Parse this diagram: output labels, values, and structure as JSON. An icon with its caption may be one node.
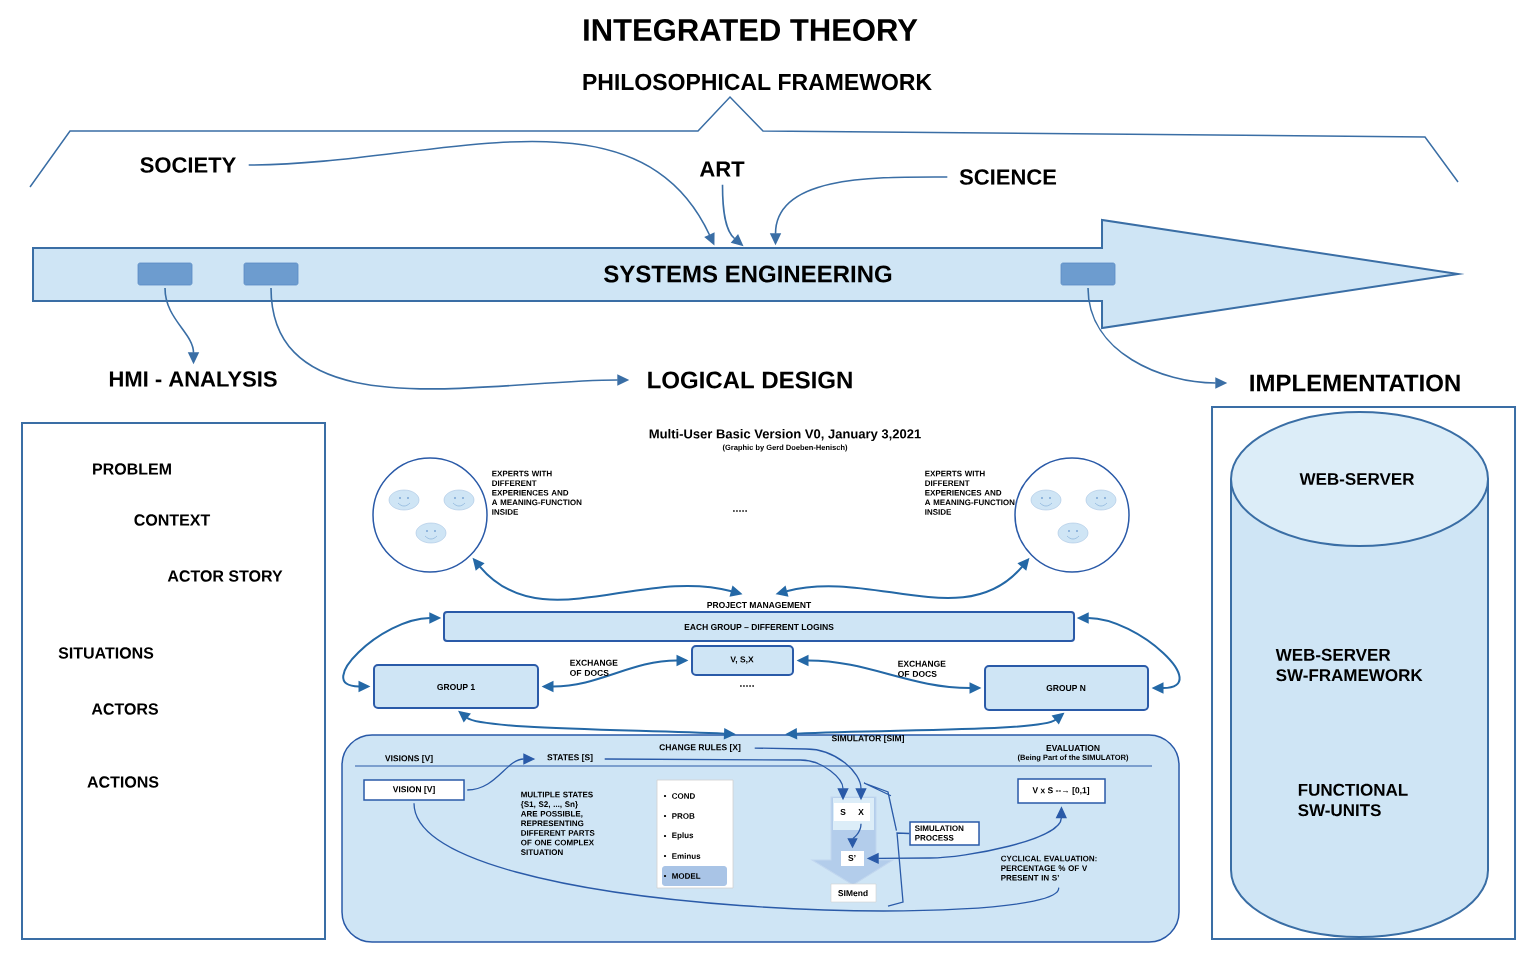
{
  "diagram": {
    "title": "INTEGRATED THEORY",
    "nodes": [
      {
        "text": [
          "SOCIETY"
        ]
      },
      {
        "text": [
          "ART"
        ]
      },
      {
        "text": [
          "SCIENCE"
        ]
      },
      {
        "text": [
          "SYSTEMS ENGINEERING"
        ]
      },
      {
        "text": [],
        "shape": "box",
        "in": 3
      },
      {
        "text": [],
        "shape": "box",
        "in": 3
      },
      {
        "text": [],
        "shape": "box",
        "in": 3
      },
      {
        "text": [
          "HMI - ANALYSIS"
        ]
      },
      {
        "text": [
          "LOGICAL DESIGN"
        ]
      },
      {
        "text": [
          "IMPLEMENTATION"
        ]
      },
      {
        "text": [
          "PROBLEM",
          "CONTEXT",
          "ACTOR STORY",
          "SITUATIONS",
          "ACTORS",
          "ACTIONS"
        ]
      },
      {
        "text": [],
        "shape": "box"
      },
      {
        "text": [
          "WEB-SERVER",
          "WEB-SERVER SW-FRAMEWORK",
          "FUNCTIONAL SW-UNITS"
        ],
        "in": 11
      },
      {
        "text": [],
        "shape": "circle",
        "beside": [
          "EXPERTS WITH DIFFERENT EXPERIENCES AND A MEANING-FUNCTION INSIDE"
        ]
      },
      {
        "text": [],
        "shape": "circle",
        "beside": [
          "EXPERTS WITH DIFFERENT EXPERIENCES AND A MEANING-FUNCTION INSIDE"
        ]
      },
      {
        "text": [
          "PROJECT MANAGEMENT",
          "EACH GROUP – DIFFERENT LOGINS"
        ]
      },
      {
        "text": [
          "GROUP 1"
        ]
      },
      {
        "text": [
          "V, S,X"
        ]
      },
      {
        "text": [
          "GROUP N"
        ]
      },
      {
        "text": [
          "VISIONS [V]",
          "SIMULATOR [SIM]",
          "EVALUATION",
          "(Being Part of the SIMULATOR)"
        ]
      },
      {
        "text": [
          "VISION [V]"
        ],
        "in": 19
      },
      {
        "text": [
          "STATES [S]"
        ],
        "in": 19
      },
      {
        "text": [
          "CHANGE RULES [X]"
        ],
        "in": 19
      },
      {
        "text": [
          "COND",
          "PROB",
          "Eplus",
          "Eminus"
        ],
        "in": 19
      },
      {
        "text": [
          "MODEL"
        ],
        "in": 23
      },
      {
        "text": [],
        "shape": "arrow",
        "in": 19
      },
      {
        "text": [
          "S"
        ],
        "in": 25
      },
      {
        "text": [
          "X"
        ],
        "in": 25
      },
      {
        "text": [
          "S’"
        ],
        "in": 25
      },
      {
        "text": [
          "SIMend"
        ],
        "in": 19
      },
      {
        "text": [
          "SIMULATION PROCESS"
        ],
        "in": 19
      },
      {
        "text": [
          "V x S --→ [0,1]"
        ],
        "in": 19
      },
      {
        "text": [
          "CYCLICAL EVALUATION: PERCENTAGE % OF V PRESENT IN S’"
        ],
        "in": 19
      }
    ],
    "edges": [
      {
        "from": 0,
        "to": 3,
        "arrow": "to"
      },
      {
        "from": 1,
        "to": 3,
        "arrow": "to"
      },
      {
        "from": 2,
        "to": 3,
        "arrow": "to"
      },
      {
        "from": 4,
        "to": 7,
        "arrow": "to"
      },
      {
        "from": 5,
        "to": 8,
        "arrow": "to"
      },
      {
        "from": 6,
        "to": 9,
        "arrow": "to"
      },
      {
        "from": 13,
        "to": 15,
        "arrow": "both"
      },
      {
        "from": 14,
        "to": 15,
        "arrow": "both"
      },
      {
        "from": 15,
        "to": 16,
        "arrow": "both"
      },
      {
        "from": 15,
        "to": 18,
        "arrow": "both"
      },
      {
        "from": 17,
        "to": 16,
        "arrow": "both",
        "label": "EXCHANGE OF DOCS"
      },
      {
        "from": 17,
        "to": 18,
        "arrow": "both",
        "label": "EXCHANGE OF DOCS"
      },
      {
        "from": 16,
        "to": 19,
        "arrow": "both"
      },
      {
        "from": 18,
        "to": 19,
        "arrow": "both"
      },
      {
        "from": 20,
        "to": 21,
        "arrow": "to"
      },
      {
        "from": 21,
        "to": 26,
        "arrow": "to"
      },
      {
        "from": 22,
        "to": 27,
        "arrow": "to"
      },
      {
        "from": 27,
        "to": 28,
        "arrow": "to"
      },
      {
        "from": 28,
        "to": 31,
        "arrow": "both"
      },
      {
        "from": 20,
        "to": 32,
        "arrow": "none"
      },
      {
        "from": 30,
        "to": 25,
        "arrow": "none"
      }
    ],
    "labels": [
      "PHILOSOPHICAL FRAMEWORK",
      "Multi-User Basic Version V0, January 3,2021",
      "(Graphic by Gerd Doeben-Henisch)",
      ".....",
      ".....",
      "MULTIPLE STATES {S1, S2, ..., Sn} ARE POSSIBLE, REPRESENTING DIFFERENT PARTS OF ONE COMPLEX SITUATION"
    ]
  }
}
